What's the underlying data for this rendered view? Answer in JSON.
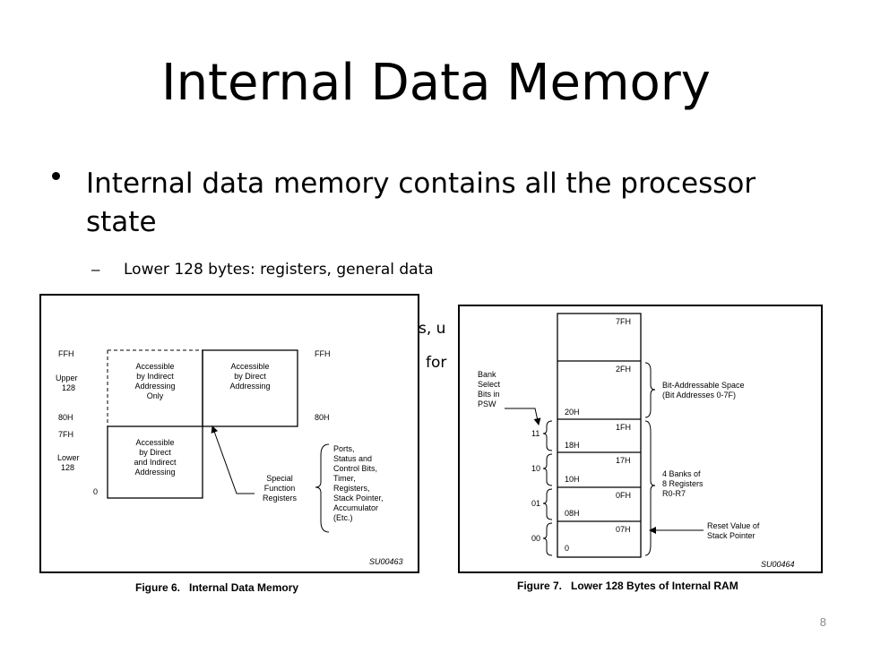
{
  "slide": {
    "title": "Internal Data Memory",
    "bullet": "Internal data memory contains all the processor state",
    "sub_bullet_dash": "–",
    "sub_bullet": "Lower 128 bytes: registers, general data",
    "hidden_fragment_1": "s, u",
    "hidden_fragment_2": "for",
    "page_number": "8"
  },
  "figure6": {
    "caption": "Figure 6.   Internal Data Memory",
    "code": "SU00463",
    "ffh_left": "FFH",
    "ffh_right": "FFH",
    "upper_label_1": "Upper",
    "upper_label_2": "128",
    "h80_left": "80H",
    "h80_right": "80H",
    "h7f": "7FH",
    "lower_label_1": "Lower",
    "lower_label_2": "128",
    "zero": "0",
    "box_indirect": [
      "Accessible",
      "by Indirect",
      "Addressing",
      "Only"
    ],
    "box_direct": [
      "Accessible",
      "by  Direct",
      "Addressing"
    ],
    "box_both": [
      "Accessible",
      "by Direct",
      "and Indirect",
      "Addressing"
    ],
    "sfr_label": [
      "Special",
      "Function",
      "Registers"
    ],
    "sfr_list": [
      "Ports,",
      "Status and",
      "Control Bits,",
      "Timer,",
      "Registers,",
      "Stack Pointer,",
      "Accumulator",
      "(Etc.)"
    ]
  },
  "figure7": {
    "caption": "Figure 7.   Lower 128 Bytes of Internal RAM",
    "code": "SU00464",
    "addr_7fh": "7FH",
    "addr_2fh": "2FH",
    "addr_20h": "20H",
    "addr_1fh": "1FH",
    "addr_18h": "18H",
    "addr_17h": "17H",
    "addr_10h": "10H",
    "addr_0fh": "0FH",
    "addr_08h": "08H",
    "addr_07h": "07H",
    "addr_0": "0",
    "bank_select": [
      "Bank",
      "Select",
      "Bits in",
      "PSW"
    ],
    "bank_bits": [
      "11",
      "10",
      "01",
      "00"
    ],
    "bit_addressable": [
      "Bit-Addressable Space",
      "(Bit Addresses 0-7F)"
    ],
    "four_banks": [
      "4 Banks of",
      "8 Registers",
      "R0-R7"
    ],
    "reset_value": [
      "Reset Value of",
      "Stack Pointer"
    ]
  }
}
